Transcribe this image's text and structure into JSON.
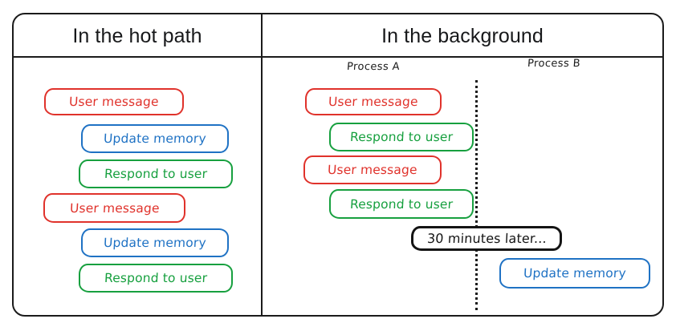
{
  "diagram": {
    "title_hot_path": "In the hot path",
    "title_background": "In the background",
    "process_a_label": "Process A",
    "process_b_label": "Process B",
    "colors": {
      "red": "#e0322b",
      "blue": "#1f72c4",
      "green": "#17a03f",
      "black": "#141414",
      "frame": "#1b1b1b",
      "background": "#ffffff"
    },
    "hot_path_steps": [
      {
        "label": "User message",
        "color": "red",
        "indent": "none"
      },
      {
        "label": "Update memory",
        "color": "blue",
        "indent": "yes"
      },
      {
        "label": "Respond to user",
        "color": "green",
        "indent": "yes"
      },
      {
        "label": "User message",
        "color": "red",
        "indent": "none"
      },
      {
        "label": "Update memory",
        "color": "blue",
        "indent": "yes"
      },
      {
        "label": "Respond to user",
        "color": "green",
        "indent": "yes"
      }
    ],
    "background_process_a_steps": [
      {
        "label": "User message",
        "color": "red",
        "indent": "none"
      },
      {
        "label": "Respond to user",
        "color": "green",
        "indent": "yes"
      },
      {
        "label": "User message",
        "color": "red",
        "indent": "none"
      },
      {
        "label": "Respond to user",
        "color": "green",
        "indent": "yes"
      }
    ],
    "time_gap_note": "30 minutes later...",
    "background_process_b_steps": [
      {
        "label": "Update memory",
        "color": "blue",
        "indent": "none"
      }
    ]
  }
}
